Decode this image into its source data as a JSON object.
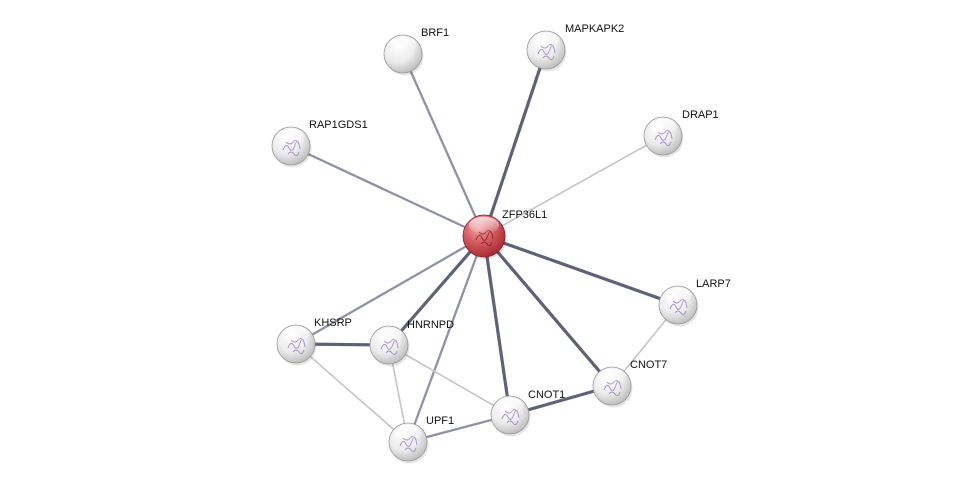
{
  "network": {
    "colors": {
      "query_node": "#c9484f",
      "neighbor_node": "#e2e2e2",
      "edge_strong": "#5d6279",
      "edge_medium": "#8e91a8",
      "edge_weak": "#c4c4cc",
      "label": "#111111"
    },
    "nodes": [
      {
        "id": "ZFP36L1",
        "label": "ZFP36L1",
        "query": true,
        "structure": "protein-structure-icon"
      },
      {
        "id": "BRF1",
        "label": "BRF1",
        "query": false,
        "structure": ""
      },
      {
        "id": "MAPKAPK2",
        "label": "MAPKAPK2",
        "query": false,
        "structure": "protein-structure-icon"
      },
      {
        "id": "RAP1GDS1",
        "label": "RAP1GDS1",
        "query": false,
        "structure": "protein-structure-icon"
      },
      {
        "id": "DRAP1",
        "label": "DRAP1",
        "query": false,
        "structure": "protein-structure-icon"
      },
      {
        "id": "LARP7",
        "label": "LARP7",
        "query": false,
        "structure": "protein-structure-icon"
      },
      {
        "id": "KHSRP",
        "label": "KHSRP",
        "query": false,
        "structure": "protein-structure-icon"
      },
      {
        "id": "HNRNPD",
        "label": "HNRNPD",
        "query": false,
        "structure": "protein-structure-icon"
      },
      {
        "id": "CNOT7",
        "label": "CNOT7",
        "query": false,
        "structure": "protein-structure-icon"
      },
      {
        "id": "CNOT1",
        "label": "CNOT1",
        "query": false,
        "structure": "protein-structure-icon"
      },
      {
        "id": "UPF1",
        "label": "UPF1",
        "query": false,
        "structure": "protein-structure-icon"
      }
    ],
    "edges": [
      {
        "source": "ZFP36L1",
        "target": "BRF1",
        "strength": "medium"
      },
      {
        "source": "ZFP36L1",
        "target": "MAPKAPK2",
        "strength": "strong"
      },
      {
        "source": "ZFP36L1",
        "target": "RAP1GDS1",
        "strength": "medium"
      },
      {
        "source": "ZFP36L1",
        "target": "DRAP1",
        "strength": "weak"
      },
      {
        "source": "ZFP36L1",
        "target": "LARP7",
        "strength": "strong"
      },
      {
        "source": "ZFP36L1",
        "target": "KHSRP",
        "strength": "medium"
      },
      {
        "source": "ZFP36L1",
        "target": "HNRNPD",
        "strength": "strong"
      },
      {
        "source": "ZFP36L1",
        "target": "CNOT7",
        "strength": "strong"
      },
      {
        "source": "ZFP36L1",
        "target": "CNOT1",
        "strength": "strong"
      },
      {
        "source": "ZFP36L1",
        "target": "UPF1",
        "strength": "medium"
      },
      {
        "source": "LARP7",
        "target": "CNOT7",
        "strength": "weak"
      },
      {
        "source": "KHSRP",
        "target": "HNRNPD",
        "strength": "strong"
      },
      {
        "source": "KHSRP",
        "target": "UPF1",
        "strength": "weak"
      },
      {
        "source": "HNRNPD",
        "target": "UPF1",
        "strength": "weak"
      },
      {
        "source": "HNRNPD",
        "target": "CNOT1",
        "strength": "weak"
      },
      {
        "source": "UPF1",
        "target": "CNOT1",
        "strength": "medium"
      },
      {
        "source": "CNOT1",
        "target": "CNOT7",
        "strength": "strong"
      }
    ]
  }
}
